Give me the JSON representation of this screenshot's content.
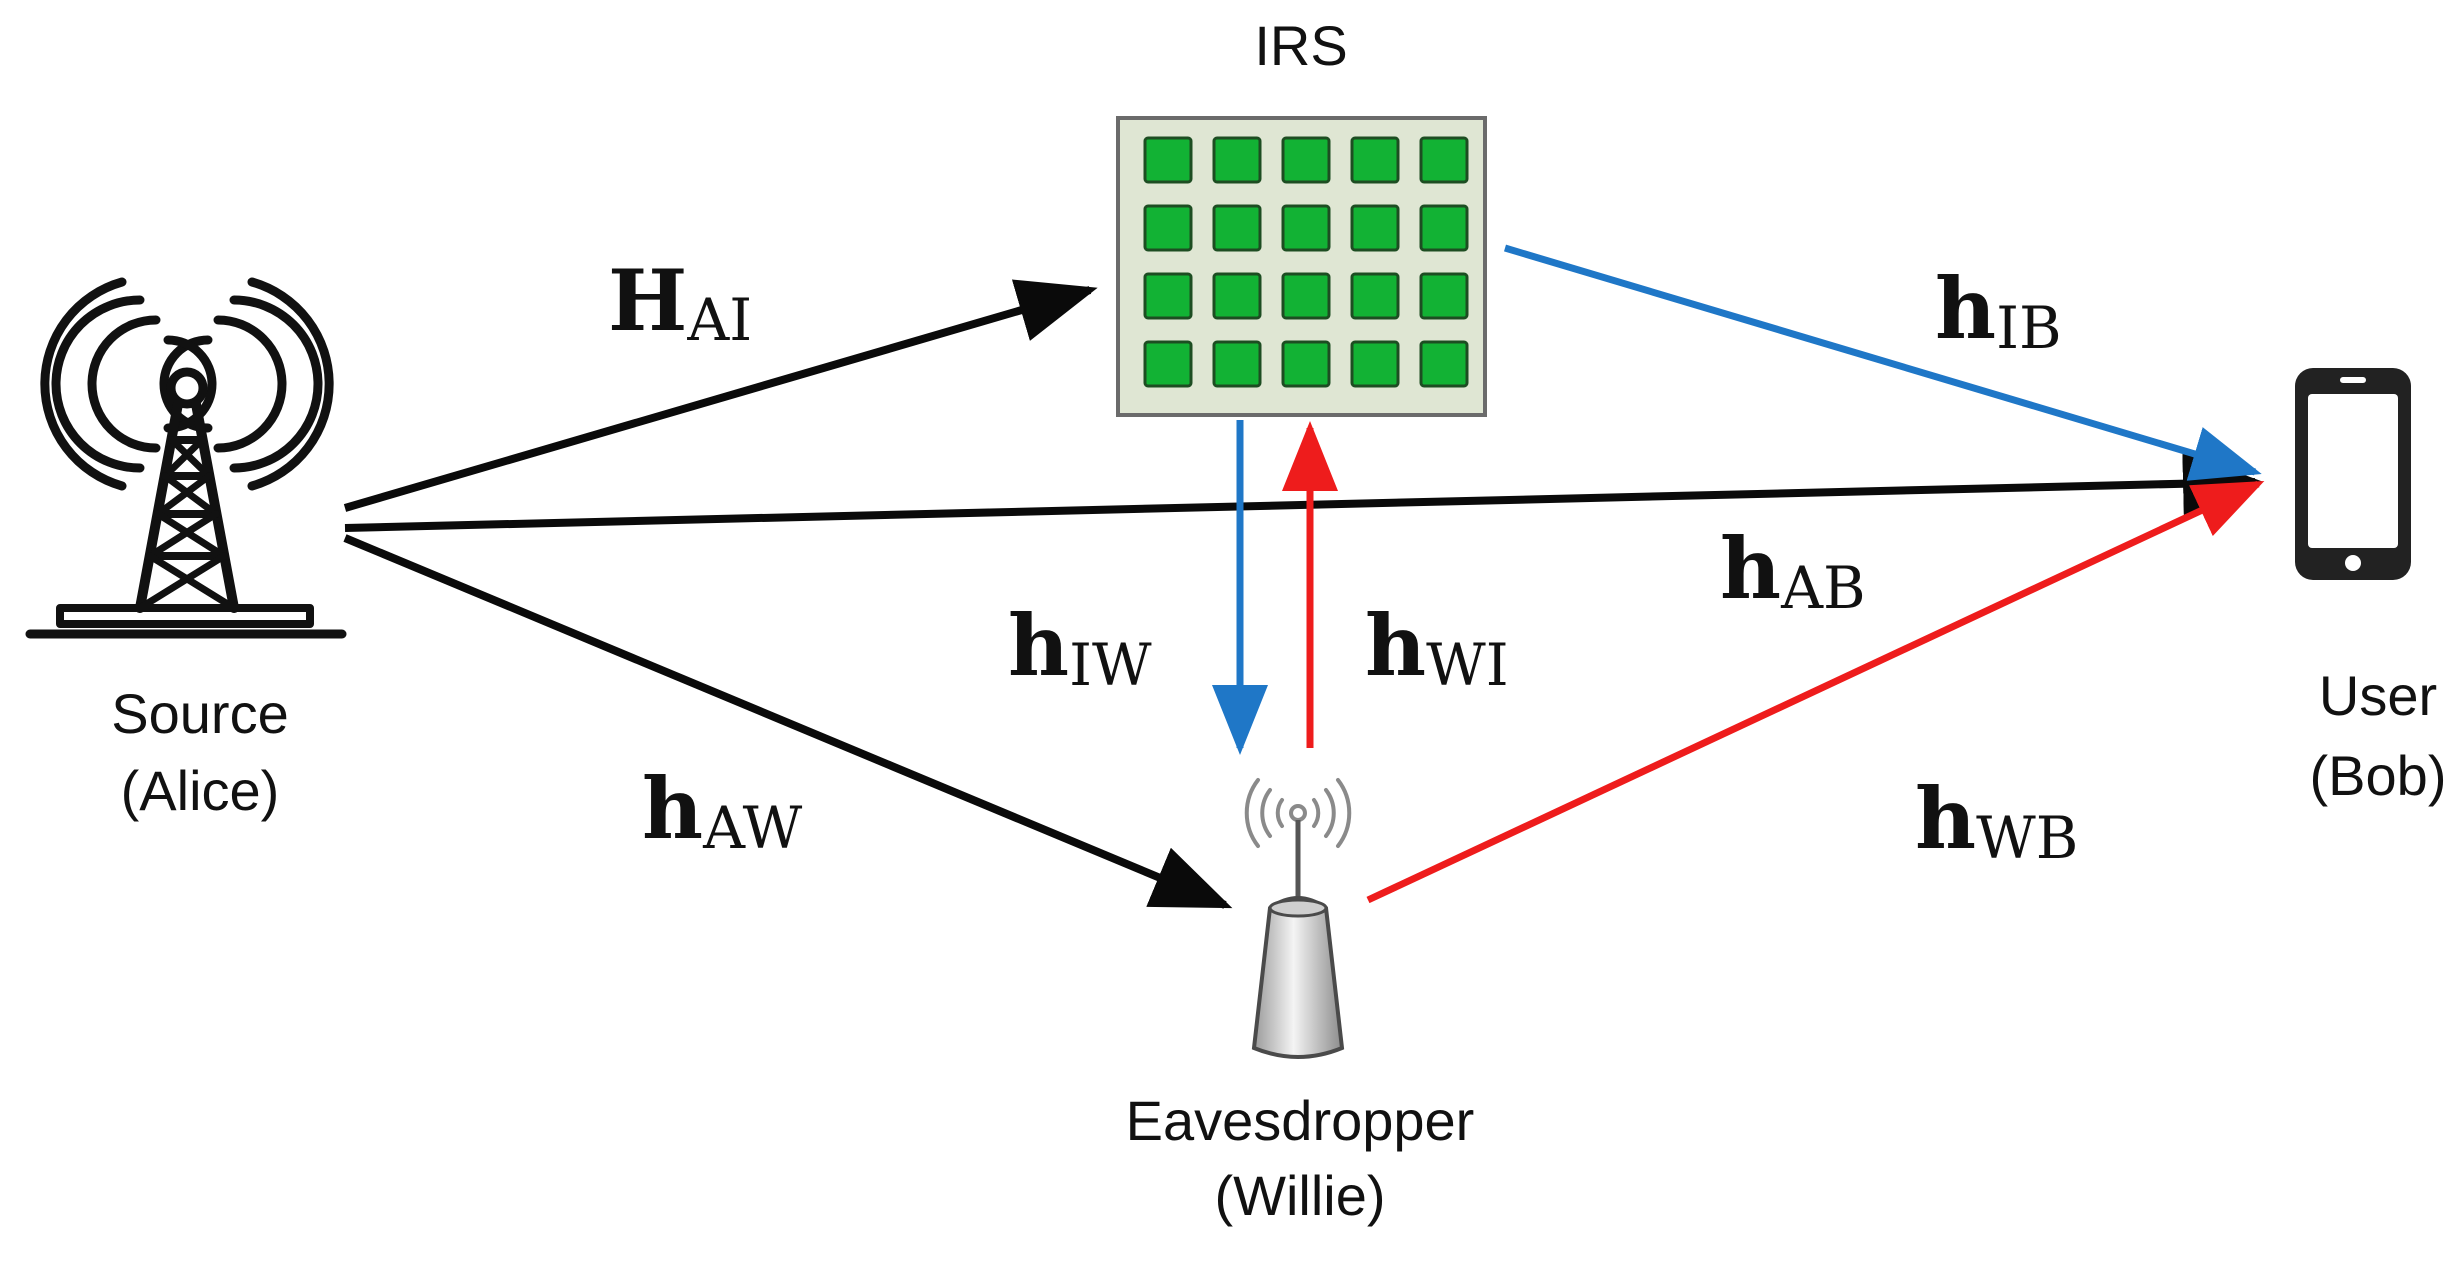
{
  "colors": {
    "black_link": "#0a0a0a",
    "blue_link": "#1f77c7",
    "red_link": "#ee1c1c",
    "irs_panel": "#dfe6d3",
    "irs_element": "#12b234"
  },
  "nodes": {
    "irs": {
      "label": "IRS",
      "icon": "irs-panel-icon"
    },
    "source": {
      "label_line1": "Source",
      "label_line2": "(Alice)",
      "icon": "antenna-tower-icon"
    },
    "user": {
      "label_line1": "User",
      "label_line2": "(Bob)",
      "icon": "smartphone-icon"
    },
    "eavesdropper": {
      "label_line1": "Eavesdropper",
      "label_line2": "(Willie)",
      "icon": "router-antenna-icon"
    }
  },
  "channels": {
    "H_AI": {
      "main": "H",
      "sub": "AI"
    },
    "h_IB": {
      "main": "h",
      "sub": "IB"
    },
    "h_AB": {
      "main": "h",
      "sub": "AB"
    },
    "h_IW": {
      "main": "h",
      "sub": "IW"
    },
    "h_WI": {
      "main": "h",
      "sub": "WI"
    },
    "h_AW": {
      "main": "h",
      "sub": "AW"
    },
    "h_WB": {
      "main": "h",
      "sub": "WB"
    }
  }
}
